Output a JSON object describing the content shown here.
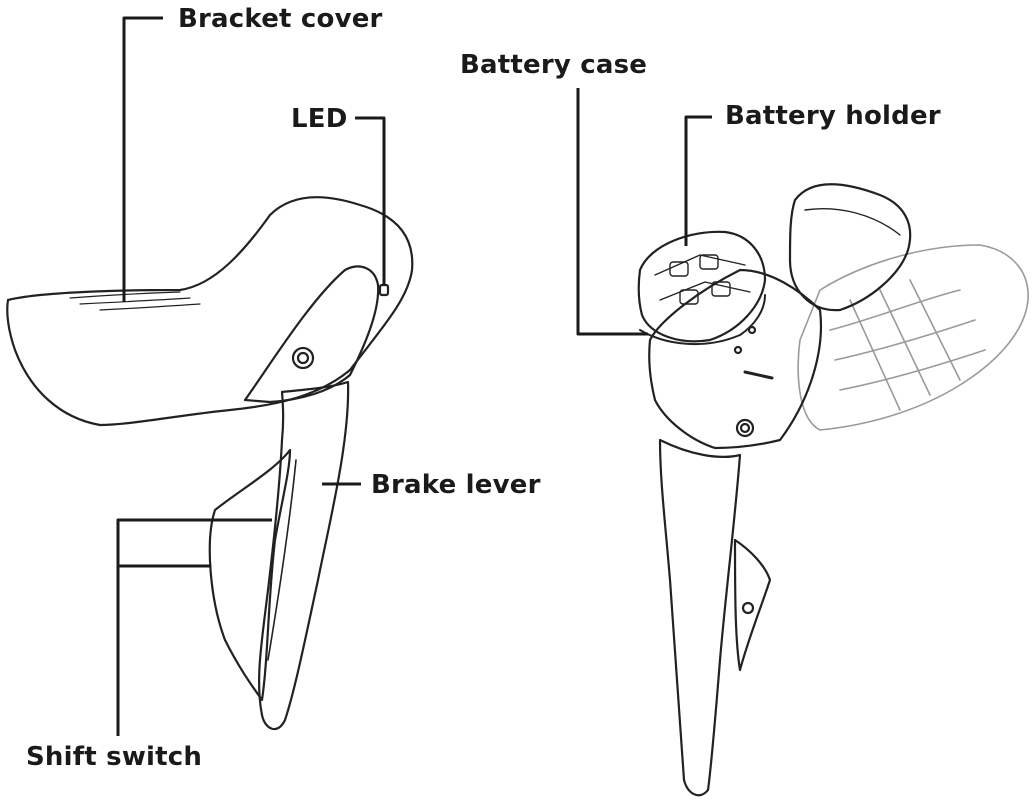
{
  "labels": {
    "bracket_cover": "Bracket cover",
    "led": "LED",
    "battery_case": "Battery case",
    "battery_holder": "Battery holder",
    "brake_lever": "Brake lever",
    "shift_switch": "Shift switch"
  },
  "colors": {
    "ink": "#1a1a1a",
    "outline": "#222222",
    "background": "#ffffff",
    "ghost": "#9a9a9a"
  }
}
